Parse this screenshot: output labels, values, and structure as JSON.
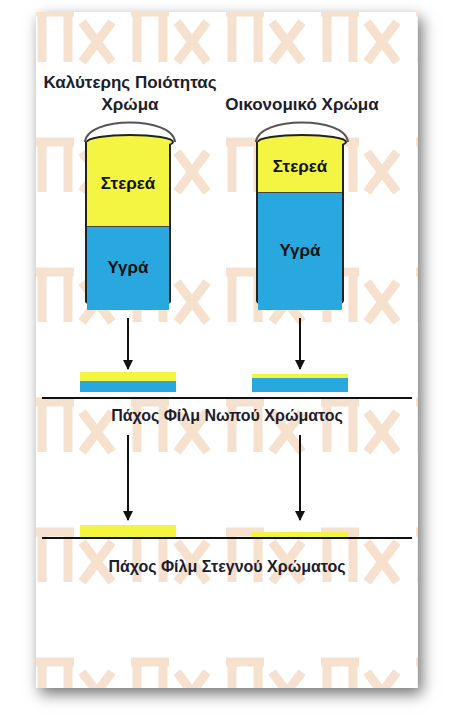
{
  "diagram": {
    "nodes": [
      {
        "text": [
          "Καλύτερης Ποιότητας Χρώμα"
        ]
      },
      {
        "text": [
          "Στερεά"
        ],
        "in": 0
      },
      {
        "text": [
          "Υγρά"
        ],
        "in": 0
      },
      {
        "text": [
          "Οικονομικό Χρώμα"
        ]
      },
      {
        "text": [
          "Στερεά"
        ],
        "in": 3
      },
      {
        "text": [
          "Υγρά"
        ],
        "in": 3
      },
      {
        "text": [
          "Πάχος Φίλμ Νωπού Χρώματος"
        ]
      },
      {
        "text": [
          "Πάχος Φίλμ Στεγνού Χρώματος"
        ]
      }
    ],
    "edges": [
      {
        "from": 0,
        "to": 6,
        "arrow": "to"
      },
      {
        "from": 3,
        "to": 6,
        "arrow": "to"
      },
      {
        "from": 6,
        "to": 7,
        "arrow": "to"
      },
      {
        "from": 6,
        "to": 7,
        "arrow": "to"
      }
    ]
  }
}
